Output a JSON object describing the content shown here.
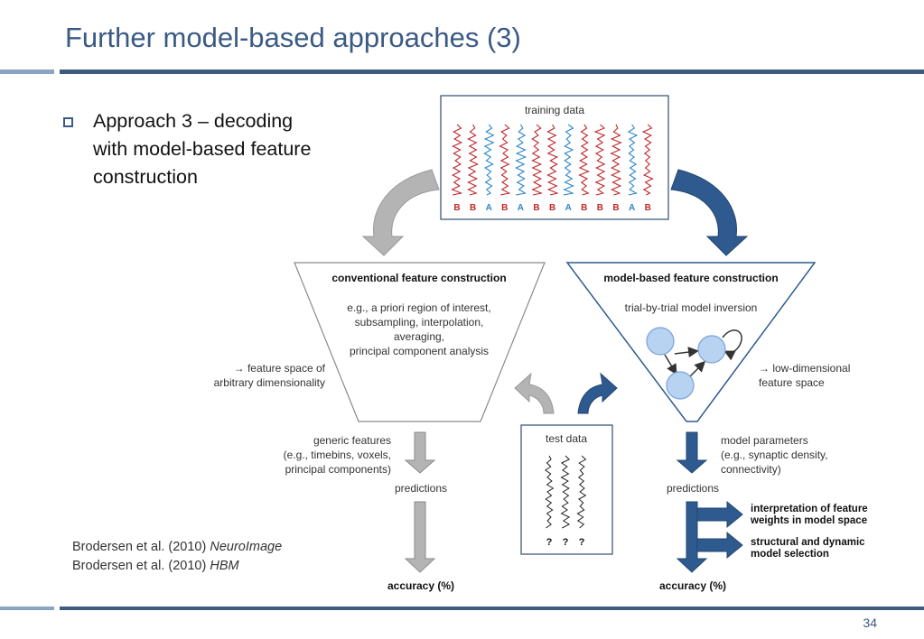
{
  "slide": {
    "title": "Further model-based approaches (3)",
    "bullet_lines": [
      "Approach 3 – decoding",
      "with model-based feature",
      "construction"
    ],
    "references": [
      {
        "text": "Brodersen et al. (2010) ",
        "journal": "NeuroImage"
      },
      {
        "text": "Brodersen et al. (2010) ",
        "journal": "HBM"
      }
    ],
    "page_number": "34"
  },
  "diagram": {
    "training_data_label": "training data",
    "trial_labels": [
      "B",
      "B",
      "A",
      "B",
      "A",
      "B",
      "B",
      "A",
      "B",
      "B",
      "B",
      "A",
      "B"
    ],
    "conventional": {
      "title": "conventional feature construction",
      "body_lines": [
        "e.g., a priori region of interest,",
        "subsampling, interpolation,",
        "averaging,",
        "principal component analysis"
      ],
      "side_lines": [
        "→ feature space of",
        "arbitrary dimensionality"
      ],
      "output_lines": [
        "generic features",
        "(e.g., timebins, voxels,",
        "principal components)"
      ],
      "predictions_label": "predictions",
      "accuracy_label": "accuracy (%)"
    },
    "model_based": {
      "title": "model-based feature construction",
      "body_line": "trial-by-trial model inversion",
      "side_lines": [
        "→ low-dimensional",
        "feature space"
      ],
      "output_lines": [
        "model parameters",
        "(e.g., synaptic density,",
        "connectivity)"
      ],
      "predictions_label": "predictions",
      "accuracy_label": "accuracy (%)",
      "interpretation_lines": [
        "interpretation of feature",
        "weights in model space"
      ],
      "selection_lines": [
        "structural and dynamic",
        "model selection"
      ]
    },
    "test_data_label": "test data",
    "test_labels": [
      "?",
      "?",
      "?"
    ],
    "colors": {
      "class_a": "#2f86c8",
      "class_b": "#c0282c",
      "model_arrow": "#2f5a8f",
      "gray_arrow": "#b4b4b4",
      "node": "#b8d2f2"
    }
  }
}
